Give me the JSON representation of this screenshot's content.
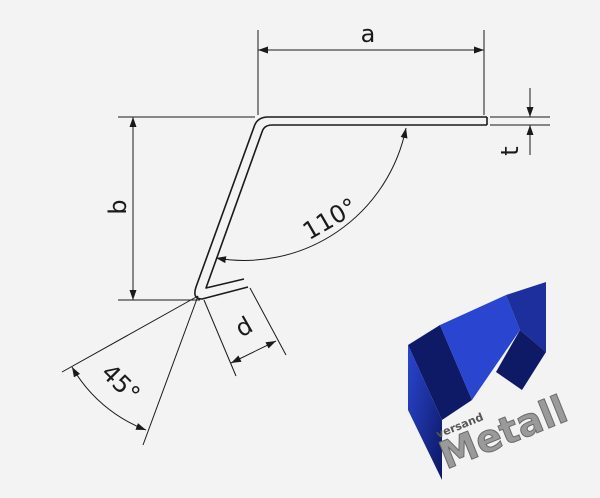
{
  "diagram": {
    "labels": {
      "a": "a",
      "b": "b",
      "t": "t",
      "d": "d",
      "angle_top": "110°",
      "angle_bottom": "45°"
    },
    "colors": {
      "line": "#1a1a1a",
      "background": "#f3f3f3",
      "logo_blue": "#1c2f9c",
      "logo_blue_dark": "#0e1a66",
      "logo_grey": "#9a9a9a"
    }
  },
  "logo": {
    "small_text": "versand",
    "big_text": "Metall",
    "icon": "m-logo-icon"
  }
}
